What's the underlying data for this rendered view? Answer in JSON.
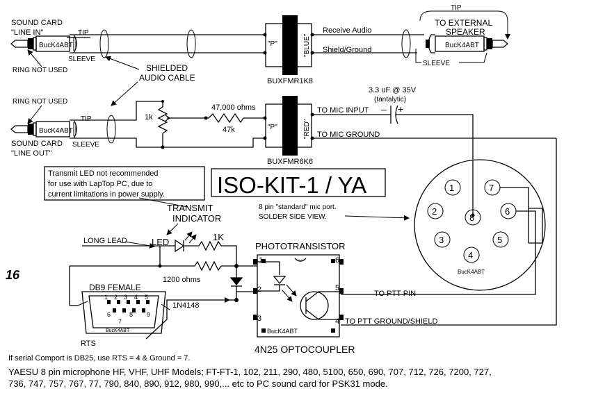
{
  "page_number": "16",
  "title": "ISO-KIT-1 / YA",
  "brand_mark": "BucK4ABT",
  "top_section": {
    "sound_card_line_in": [
      "SOUND CARD",
      "\"LINE IN\""
    ],
    "ring_not_used": "RING NOT USED",
    "tip": "TIP",
    "sleeve": "SLEEVE",
    "shielded_cable": [
      "SHIELDED",
      "AUDIO CABLE"
    ],
    "transformer_p": "\"P\"",
    "transformer_color": "\"BLUE\"",
    "transformer_part": "BUXFMR1K8",
    "receive_audio": "Receive Audio",
    "shield_ground": "Shield/Ground",
    "external_speaker": [
      "TO EXTERNAL",
      "SPEAKER"
    ],
    "spk_tip": "TIP",
    "spk_sleeve": "SLEEVE"
  },
  "mid_section": {
    "ring_not_used": "RING NOT USED",
    "tip": "TIP",
    "sleeve": "SLEEVE",
    "sound_card_line_out": [
      "SOUND CARD",
      "\"LINE OUT\""
    ],
    "pot_value": "1k",
    "resistor_ohms": "47,000 ohms",
    "resistor_value": "47k",
    "transformer_p": "\"P\"",
    "transformer_color": "\"RED\"",
    "transformer_part": "BUXFMR6K6",
    "to_mic_input": "TO MIC INPUT",
    "to_mic_ground": "TO MIC GROUND",
    "capacitor": [
      "3.3 uF @ 35V",
      "(tantalytic)"
    ],
    "cap_minus": "–",
    "cap_plus": "+"
  },
  "led_note": [
    "Transmit LED not recommended",
    "for use with LapTop PC, due to",
    "current limitations in power supply."
  ],
  "transmit_indicator": [
    "TRANSMIT",
    "INDICATOR"
  ],
  "mic_port": {
    "caption": [
      "8 pin \"standard\" mic port.",
      "SOLDER SIDE VIEW."
    ],
    "pins": [
      "1",
      "2",
      "3",
      "4",
      "5",
      "6",
      "7",
      "8"
    ]
  },
  "bottom_section": {
    "long_lead": "LONG LEAD",
    "led": "LED",
    "resistor_1k": "1K",
    "resistor_1200": "1200 ohms",
    "diode": "1N4148",
    "db9": "DB9 FEMALE",
    "db9_pins": [
      "1",
      "2",
      "3",
      "4",
      "5",
      "6",
      "7",
      "8",
      "9"
    ],
    "rts": "RTS",
    "phototransistor": "PHOTOTRANSISTOR",
    "opto_pins": [
      "1",
      "2",
      "3",
      "4",
      "5",
      "6"
    ],
    "optocoupler": "4N25  OPTOCOUPLER",
    "to_ptt_pin": "TO  PTT PIN",
    "to_ptt_ground": "TO PTT GROUND/SHIELD"
  },
  "footer": {
    "note": "If serial Comport is DB25, use RTS = 4 & Ground = 7.",
    "line1": "YAESU  8 pin microphone HF, VHF, UHF Models; FT-FT-1, 102, 211, 290, 480, 5100, 650, 690, 707, 712, 726, 7200, 727,",
    "line2": "736, 747, 757, 767, 77, 790, 840, 890, 912, 980, 990,... etc to PC sound card for PSK31 mode."
  }
}
